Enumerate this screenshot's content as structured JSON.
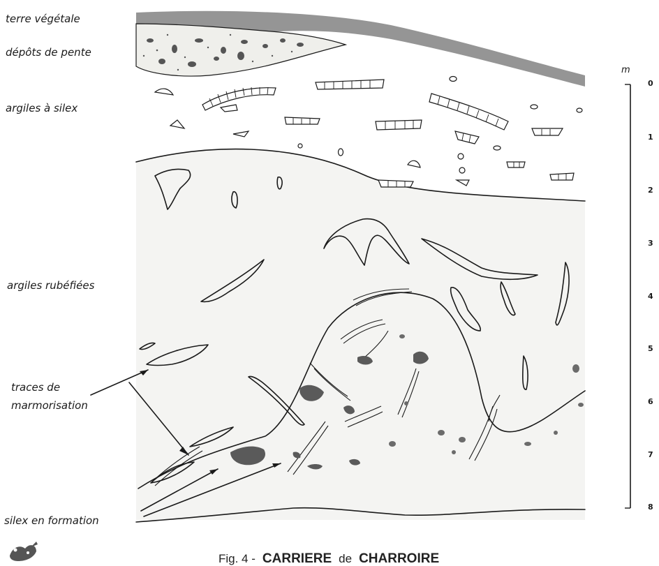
{
  "layers": {
    "terre_vegetale": "terre  végétale",
    "depots_de_pente": "dépôts de pente",
    "argiles_a_silex": "argiles à silex",
    "argiles_rubefiees": "argiles rubéfiées",
    "traces_de_marmorisation_1": "traces de",
    "traces_de_marmorisation_2": "marmorisation",
    "silex_en_formation": "silex en formation"
  },
  "scale": {
    "unit": "m",
    "ticks": [
      "0",
      "1",
      "2",
      "3",
      "4",
      "5",
      "6",
      "7",
      "8"
    ]
  },
  "caption": {
    "prefix": "Fig. 4 -",
    "name_1": "CARRIERE",
    "joiner": "de",
    "name_2": "CHARROIRE"
  },
  "colors": {
    "ink": "#1a1a1a",
    "topsoil": "#8a8a8a",
    "slope_deposit": "#f2f2ef",
    "rubefied_clay": "#f3f3f1",
    "nodule": "#5a5a5a"
  }
}
